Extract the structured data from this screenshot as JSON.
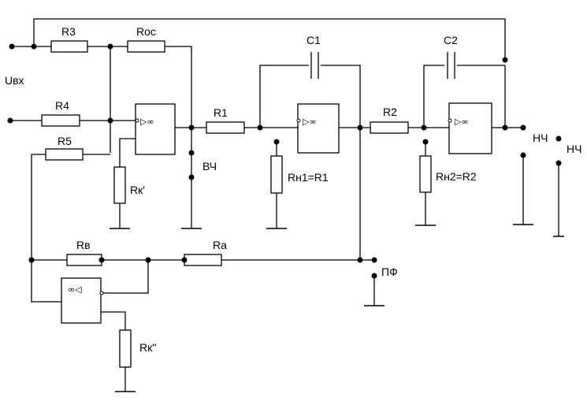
{
  "labels": {
    "input": "Uвх",
    "r3": "R3",
    "roc": "Roc",
    "r4": "R4",
    "r5": "R5",
    "rk1": "Rк'",
    "vch": "ВЧ",
    "r1": "R1",
    "c1": "C1",
    "rn1": "Rн1=R1",
    "r2": "R2",
    "c2": "C2",
    "rn2": "Rн2=R2",
    "nch_out": "НЧ",
    "nch_term": "НЧ",
    "rv": "Rв",
    "ra": "Rа",
    "pf": "ПФ",
    "rk2": "Rк''"
  },
  "opamp_symbol": "▷∞"
}
